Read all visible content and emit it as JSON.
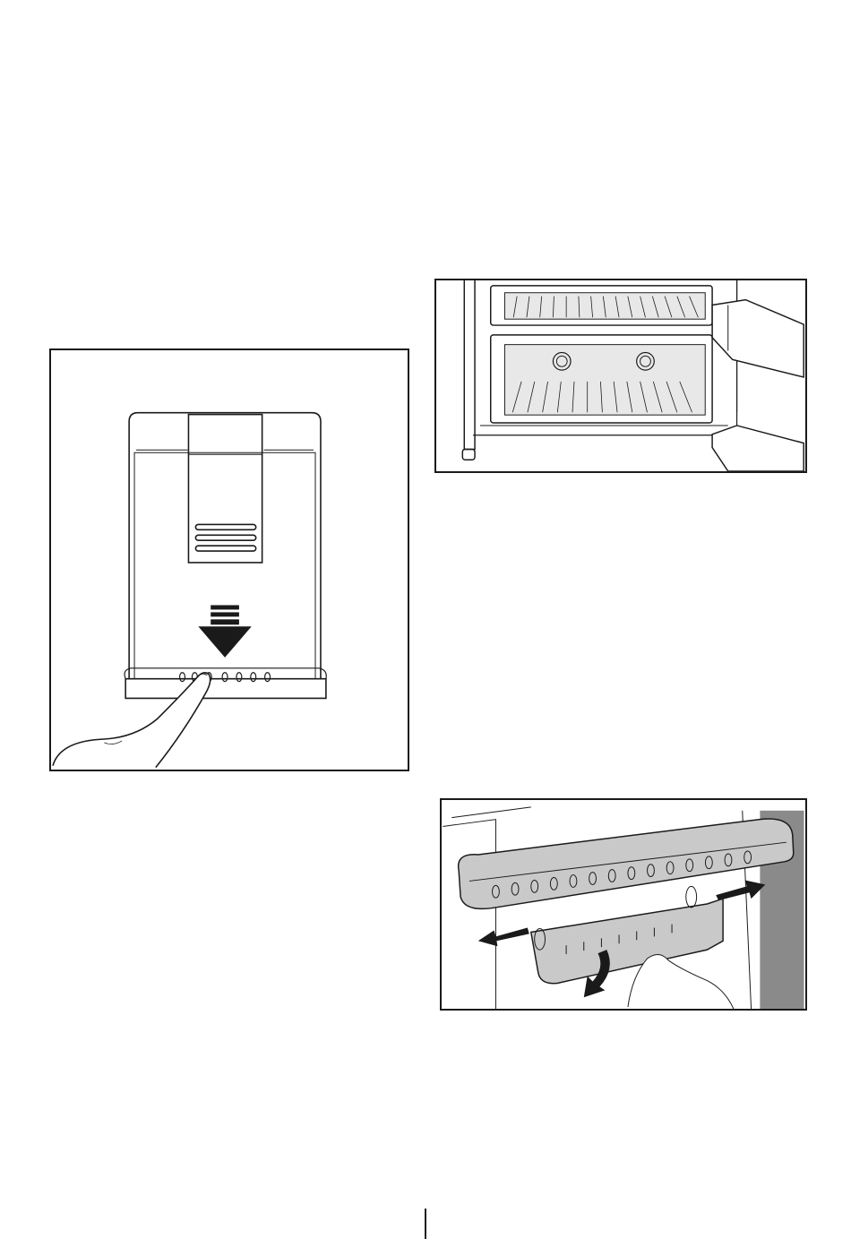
{
  "figures": [
    {
      "id": "dispenser",
      "subject": "water-dispenser-tray-removal"
    },
    {
      "id": "freezer",
      "subject": "freezer-compartment-drawers"
    },
    {
      "id": "shelf",
      "subject": "door-shelf-removal"
    }
  ],
  "colors": {
    "line": "#1a1a1a",
    "shade": "#c9c9c9",
    "shade_dark": "#8a8a8a",
    "paper": "#ffffff"
  }
}
